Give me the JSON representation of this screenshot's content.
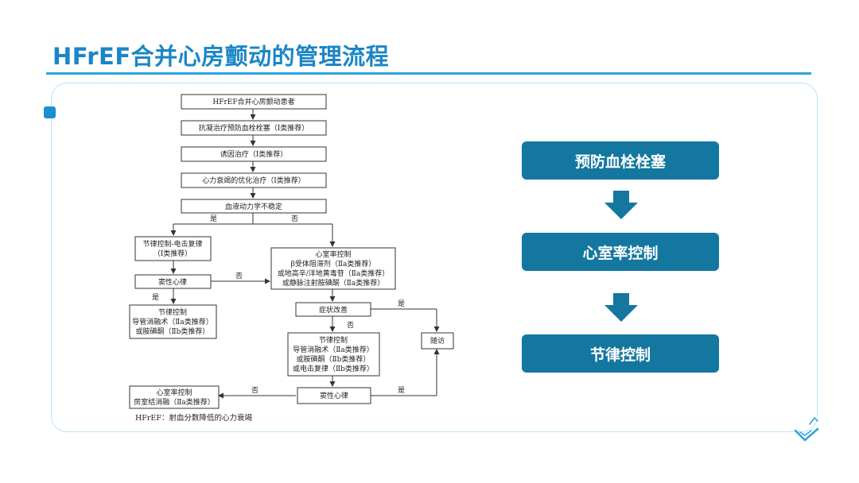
{
  "title": "HFrEF合并心房颤动的管理流程",
  "flowchart": {
    "n1": "HFrEF合并心房颤动患者",
    "n2": "抗凝治疗预防血栓栓塞（Ⅰ类推荐）",
    "n3": "诱因治疗（Ⅰ类推荐）",
    "n4": "心力衰竭的优化治疗（Ⅰ类推荐）",
    "n5": "血液动力学不稳定",
    "yes": "是",
    "no": "否",
    "n6_l1": "节律控制-电击复律",
    "n6_l2": "（Ⅰ类推荐）",
    "n7": "窦性心律",
    "n8_l1": "节律控制",
    "n8_l2": "导管消融术（Ⅱa类推荐）",
    "n8_l3": "或胺碘酮（Ⅱb类推荐）",
    "n9_l1": "心室率控制",
    "n9_l2": "β受体阻滞剂（Ⅱa类推荐）",
    "n9_l3": "或地高辛/洋地黄毒苷（Ⅱa类推荐）",
    "n9_l4": "或静脉注射胺碘酮（Ⅱa类推荐）",
    "n10": "症状改善",
    "n11": "随访",
    "n12_l1": "节律控制",
    "n12_l2": "导管消融术（Ⅱa类推荐）",
    "n12_l3": "或胺碘酮（Ⅱb类推荐）",
    "n12_l4": "或电击复律（Ⅱb类推荐）",
    "n13": "窦性心律",
    "n14_l1": "心室率控制",
    "n14_l2": "房室结消融（Ⅱa类推荐）",
    "footnote": "HFrEF：射血分数降低的心力衰竭"
  },
  "steps": [
    {
      "label": "预防血栓栓塞"
    },
    {
      "label": "心室率控制"
    },
    {
      "label": "节律控制"
    }
  ],
  "colors": {
    "title": "#1b86c6",
    "accent_line": "#2aa4dc",
    "step_box": "#1377a0",
    "step_arrow": "#1377a0",
    "panel_border": "#bfe3f4"
  }
}
